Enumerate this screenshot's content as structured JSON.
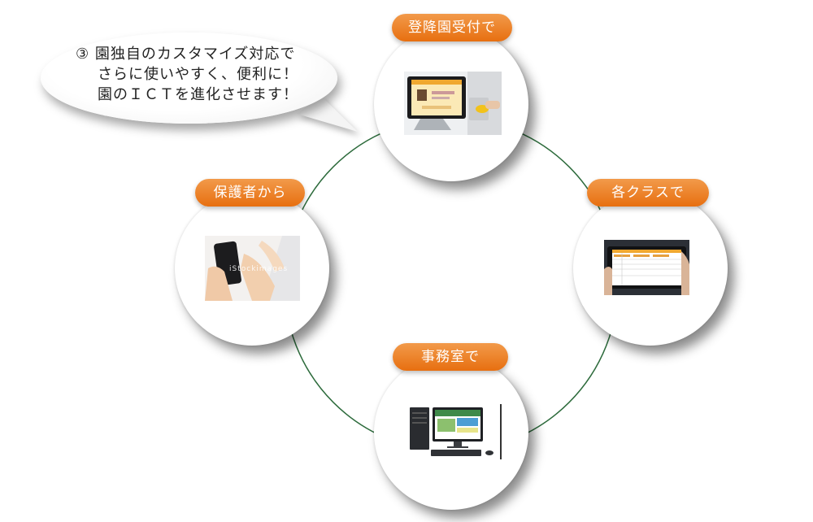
{
  "nodes": {
    "top": {
      "label": "登降園受付で"
    },
    "left": {
      "label": "保護者から",
      "watermark": "iStockimages"
    },
    "right": {
      "label": "各クラスで"
    },
    "bottom": {
      "label": "事務室で"
    }
  },
  "callout": {
    "marker": "③",
    "lines": [
      "園独自のカスタマイズ対応で",
      "さらに使いやすく、便利に！",
      "園のＩＣＴを進化させます！"
    ]
  },
  "colors": {
    "ring": "#2d6b3c",
    "pill": "#ee8226",
    "pill_text": "#ffffff",
    "text": "#222222"
  },
  "icons": [
    "tablet-reception-photo",
    "smartphone-photo",
    "tablet-class-photo",
    "office-pc-photo"
  ]
}
